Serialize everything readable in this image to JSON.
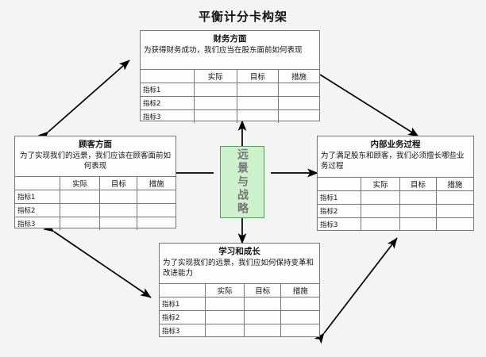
{
  "page": {
    "title": "平衡计分卡构架",
    "background_color": "#f4f4f4"
  },
  "center": {
    "label": "远景与战略",
    "fill_color": "#cdf0cd",
    "border_color": "#5a9a5a",
    "text_color": "#777777"
  },
  "table_headers": {
    "blank": "",
    "actual": "实际",
    "target": "目标",
    "measure": "措施"
  },
  "table_rows": [
    "指标1",
    "指标2",
    "指标3"
  ],
  "perspectives": [
    {
      "key": "financial",
      "title": "财务方面",
      "desc": "为获得财务成功，我们应当在股东面前如何表现",
      "align": "left"
    },
    {
      "key": "customer",
      "title": "顾客方面",
      "desc": "为了实现我们的远景，我们应该在顾客面前如何表现",
      "align": "center"
    },
    {
      "key": "internal",
      "title": "内部业务过程",
      "desc": "为了满足股东和顾客，我们必须擅长哪些业务过程",
      "align": "left"
    },
    {
      "key": "learning",
      "title": "学习和成长",
      "desc": "为了实现我们的远景，我们应如何保持变革和改进能力",
      "align": "left"
    }
  ]
}
